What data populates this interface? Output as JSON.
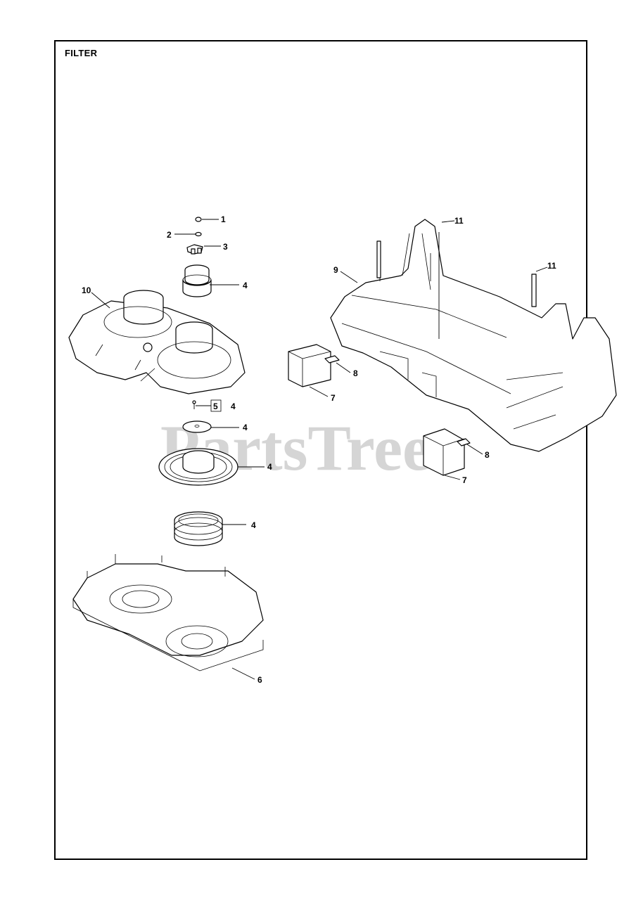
{
  "title": "FILTER",
  "watermark": "PartsTree",
  "callouts": [
    {
      "id": "c1",
      "label": "1"
    },
    {
      "id": "c2",
      "label": "2"
    },
    {
      "id": "c3",
      "label": "3"
    },
    {
      "id": "c4a",
      "label": "4"
    },
    {
      "id": "c10",
      "label": "10"
    },
    {
      "id": "c5",
      "label": "5"
    },
    {
      "id": "c4b",
      "label": "4"
    },
    {
      "id": "c4c",
      "label": "4"
    },
    {
      "id": "c4d",
      "label": "4"
    },
    {
      "id": "c4e",
      "label": "4"
    },
    {
      "id": "c6",
      "label": "6"
    },
    {
      "id": "c9",
      "label": "9"
    },
    {
      "id": "c11a",
      "label": "11"
    },
    {
      "id": "c11b",
      "label": "11"
    },
    {
      "id": "c8a",
      "label": "8"
    },
    {
      "id": "c7a",
      "label": "7"
    },
    {
      "id": "c8b",
      "label": "8"
    },
    {
      "id": "c7b",
      "label": "7"
    }
  ]
}
